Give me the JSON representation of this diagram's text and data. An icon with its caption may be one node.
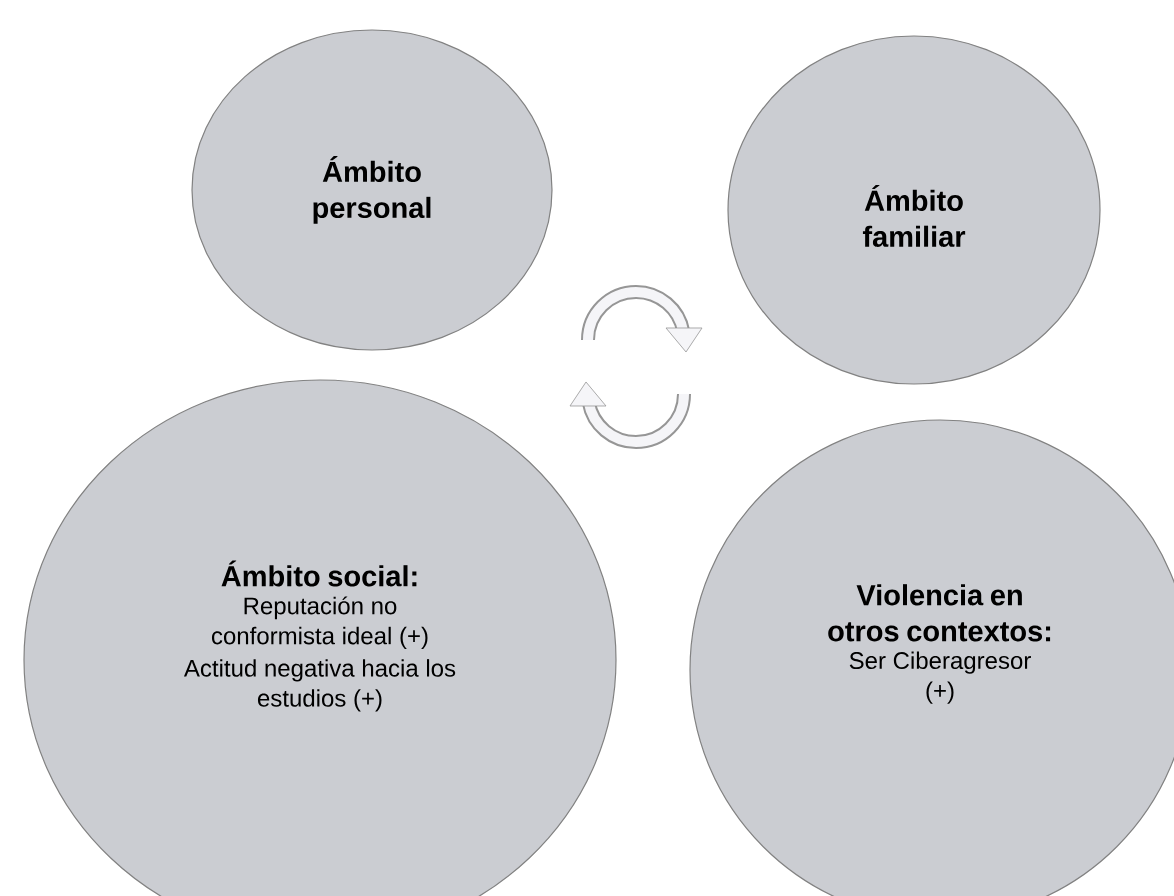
{
  "diagram": {
    "nodes": [
      {
        "text": [
          "Ámbito personal"
        ]
      },
      {
        "text": [
          "Ámbito familiar"
        ]
      },
      {
        "text": [
          "Ámbito social:",
          "Reputación no conformista ideal (+)",
          "Actitud negativa hacia los estudios (+)"
        ]
      },
      {
        "text": [
          "Violencia en otros contextos:",
          "Ser Ciberagresor (+)"
        ]
      }
    ]
  }
}
